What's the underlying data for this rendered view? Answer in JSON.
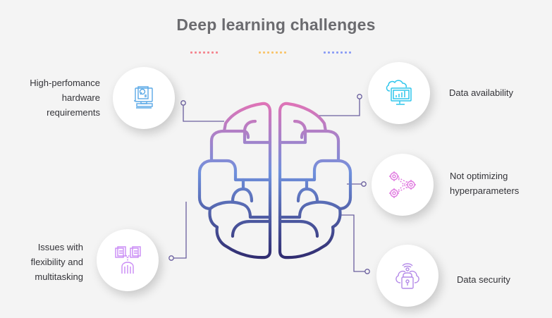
{
  "title": "Deep learning challenges",
  "divider_colors": [
    "#f4858f",
    "#f9c46b",
    "#8a9cf5"
  ],
  "connector_color": "#6a5f9e",
  "brain_gradient": [
    "#e073b6",
    "#6f90dc",
    "#2f2a6e"
  ],
  "challenges": [
    {
      "id": "hardware",
      "label_lines": [
        "High-perfomance",
        "hardware",
        "requirements"
      ],
      "icon": "computer-hardware-icon",
      "icon_color": "#5aa9e6"
    },
    {
      "id": "data-availability",
      "label_lines": [
        "Data availability"
      ],
      "icon": "cloud-monitor-chart-icon",
      "icon_color": "#2fc6ec"
    },
    {
      "id": "hyperparameters",
      "label_lines": [
        "Not optimizing",
        "hyperparameters"
      ],
      "icon": "gears-network-icon",
      "icon_color": "#e07be0"
    },
    {
      "id": "flexibility",
      "label_lines": [
        "Issues with",
        "flexibility and",
        "multitasking"
      ],
      "icon": "documents-hand-icon",
      "icon_color": "#c98af5"
    },
    {
      "id": "data-security",
      "label_lines": [
        "Data security"
      ],
      "icon": "cloud-lock-signal-icon",
      "icon_color": "#b48ae8"
    }
  ]
}
